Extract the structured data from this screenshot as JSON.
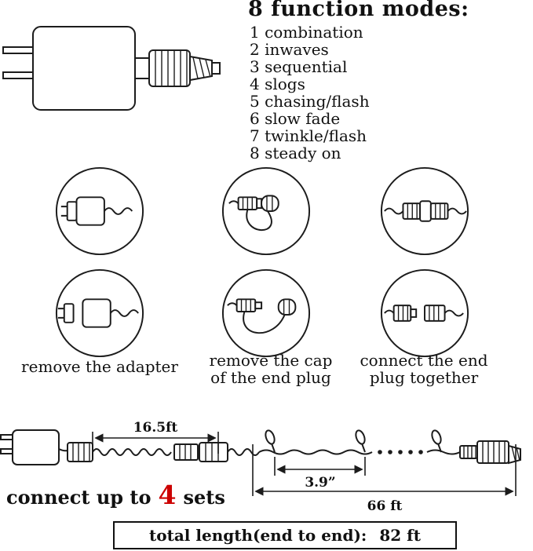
{
  "header": {
    "title": "8 function modes:",
    "modes": [
      "1 combination",
      "2 inwaves",
      "3 sequential",
      "4 slogs",
      "5 chasing/flash",
      "6 slow fade",
      "7 twinkle/flash",
      "8 steady on"
    ]
  },
  "steps": {
    "captions": [
      [
        "remove the adapter"
      ],
      [
        "remove the cap",
        "of the end plug"
      ],
      [
        "connect the end",
        "plug together"
      ]
    ]
  },
  "diagram": {
    "lead_length": "16.5ft",
    "bulb_spacing": "3.9”",
    "string_length": "66 ft",
    "connect_prefix": "connect up to",
    "connect_count": "4",
    "connect_suffix": "sets",
    "total_label": "total length(end to end):",
    "total_value": "82 ft",
    "accent_color": "#cc0000"
  }
}
